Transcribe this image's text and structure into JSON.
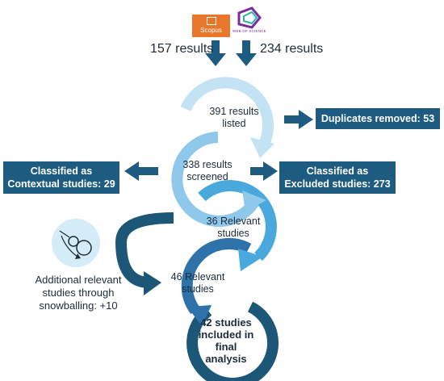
{
  "sources": {
    "scopus_logo_text": "Scopus",
    "wos_logo_text": "WEB OF SCIENCE",
    "scopus_results": "157 results",
    "wos_results": "234 results"
  },
  "steps": [
    {
      "line1": "391 results",
      "line2": "listed",
      "line3": "",
      "line4": ""
    },
    {
      "line1": "338 results",
      "line2": "screened",
      "line3": "",
      "line4": ""
    },
    {
      "line1": "36 Relevant",
      "line2": "studies",
      "line3": "",
      "line4": ""
    },
    {
      "line1": "46 Relevant",
      "line2": "studies",
      "line3": "",
      "line4": ""
    },
    {
      "line1": "42 studies",
      "line2": "included in",
      "line3": "final",
      "line4": "analysis"
    }
  ],
  "boxes": {
    "duplicates": "Duplicates removed:  53",
    "contextual_line1": "Classified as",
    "contextual_line2": "Contextual studies: 29",
    "excluded_line1": "Classified as",
    "excluded_line2": "Excluded studies: 273"
  },
  "snowball": {
    "line1": "Additional relevant",
    "line2": "studies through",
    "line3": "snowballing: +10"
  },
  "colors": {
    "ring1": "#c3e2f3",
    "ring2": "#8fc8ea",
    "ring3": "#4aa9dc",
    "ring4": "#2d72a8",
    "ring5": "#1c5778",
    "box": "#1d5b80",
    "arrow": "#1d5b80"
  }
}
